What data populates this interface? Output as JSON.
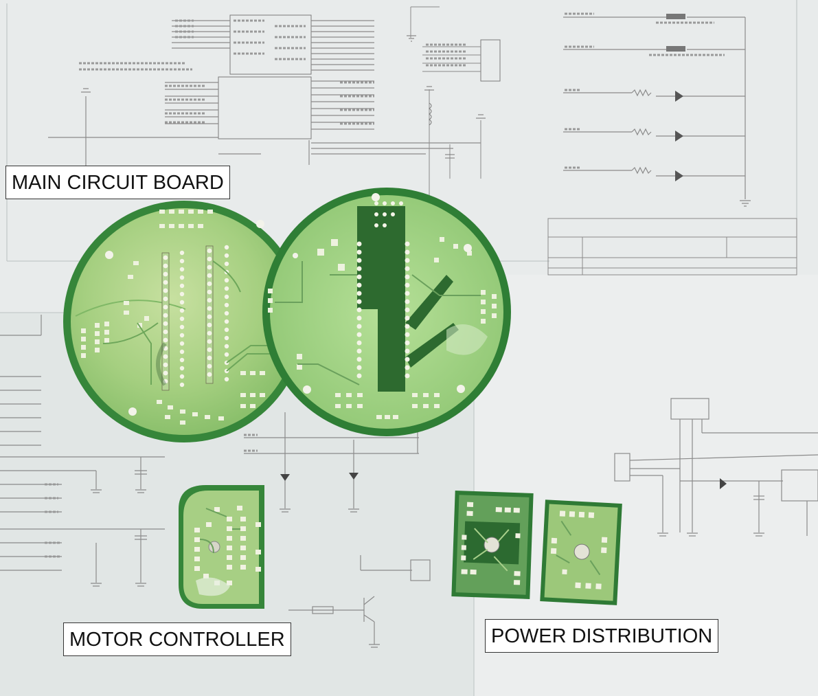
{
  "labels": {
    "main_board": "MAIN CIRCUIT BOARD",
    "motor_controller": "MOTOR CONTROLLER",
    "power_distribution": "POWER DISTRIBUTION"
  },
  "colors": {
    "pcb_green": "#3f8e3a",
    "pcb_light": "#9fcf7d",
    "paper": "#e9ecec",
    "ink": "#6a6a6a"
  }
}
